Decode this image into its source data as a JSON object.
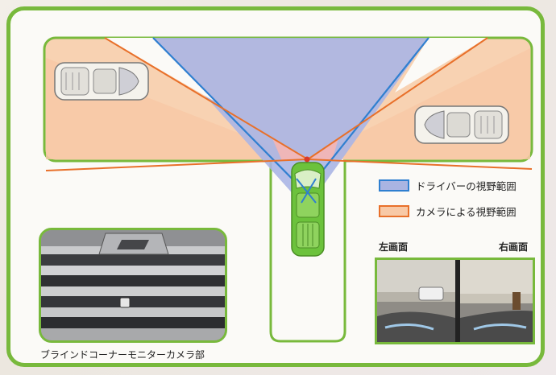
{
  "legend": {
    "driver_label": "ドライバーの視野範囲",
    "camera_label": "カメラによる視野範囲",
    "driver_color": "#a9b4e2",
    "camera_color": "#f8c9a6"
  },
  "photo": {
    "caption": "ブラインドコーナーモニターカメラ部"
  },
  "monitor": {
    "left_label": "左画面",
    "right_label": "右画面"
  },
  "colors": {
    "frame_green": "#78b93c",
    "blue_line": "#2f7fd0",
    "orange_line": "#e8702a",
    "car_green": "#6cc23c"
  }
}
